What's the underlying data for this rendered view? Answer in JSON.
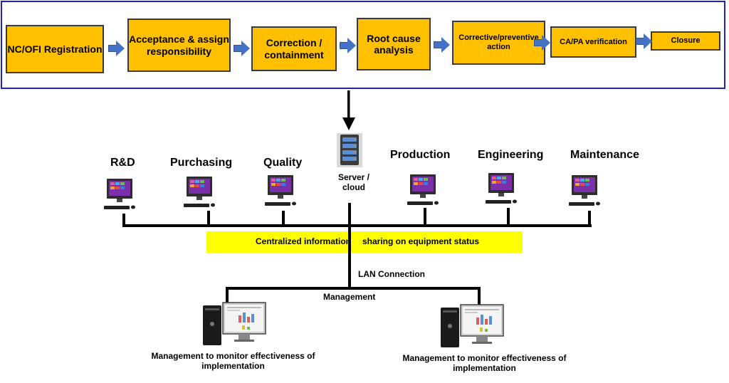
{
  "process": {
    "steps": [
      {
        "label": "NC/OFI Registration"
      },
      {
        "label": "Acceptance & assign responsibility"
      },
      {
        "label": "Correction / containment"
      },
      {
        "label": "Root cause analysis"
      },
      {
        "label": "Corrective/preventive action"
      },
      {
        "label": "CA/PA verification"
      },
      {
        "label": "Closure"
      }
    ]
  },
  "server": {
    "label": "Server / cloud"
  },
  "departments": [
    {
      "label": "R&D"
    },
    {
      "label": "Purchasing"
    },
    {
      "label": "Quality"
    },
    {
      "label": "Production"
    },
    {
      "label": "Engineering"
    },
    {
      "label": "Maintenance"
    }
  ],
  "banner": {
    "left": "Centralized information",
    "right": "sharing on equipment status"
  },
  "network": {
    "lan_label": "LAN Connection",
    "management_label": "Management"
  },
  "management_stations": [
    {
      "caption": "Management to monitor effectiveness of implementation"
    },
    {
      "caption": "Management to monitor effectiveness of implementation"
    }
  ],
  "colors": {
    "step_fill": "#ffc000",
    "arrow_fill": "#4472c4",
    "frame_border": "#1e22c8",
    "banner_fill": "#ffff00"
  }
}
